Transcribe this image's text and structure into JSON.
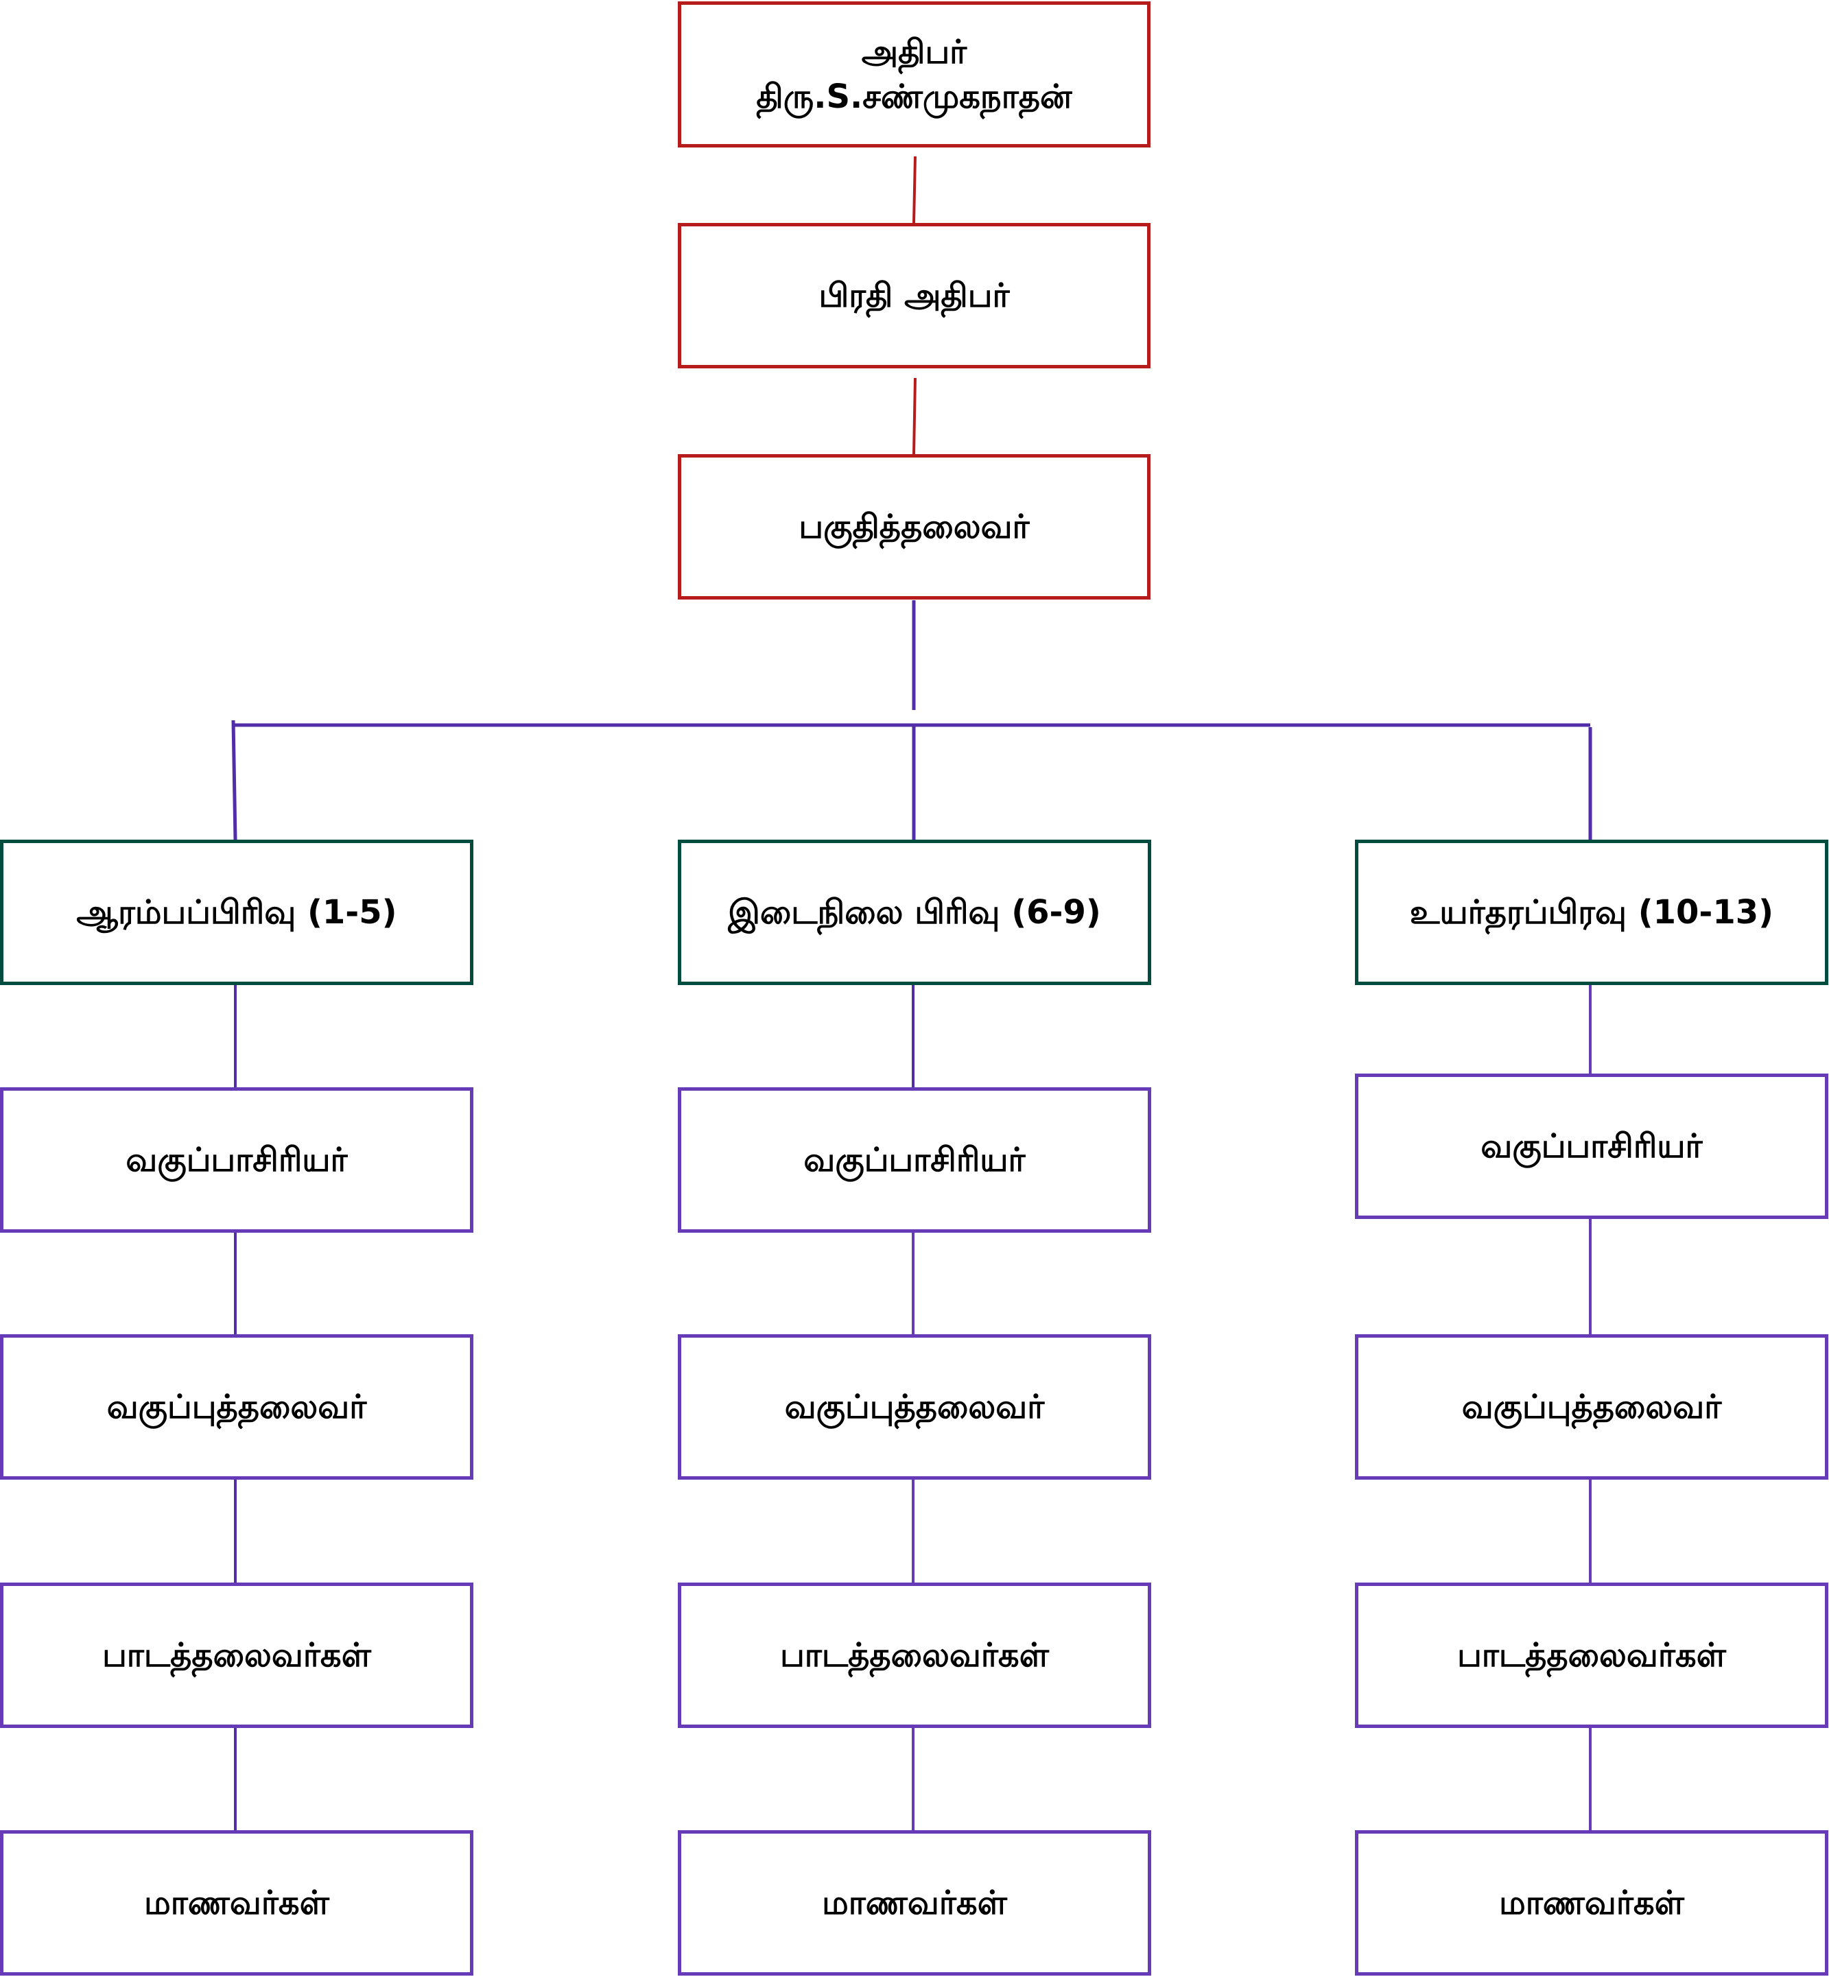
{
  "colors": {
    "top": "#b71c1c",
    "division": "#004d40",
    "role": "#673ab7",
    "connector": "#512da8"
  },
  "top": {
    "principal_title": "அதிபர்",
    "principal_name": "திரு.S.சண்முகநாதன்",
    "deputy": "பிரதி அதிபர்",
    "section_head": "பகுதித்தலைவர்"
  },
  "divisions": [
    {
      "label": "ஆரம்பப்பிரிவு (1-5)",
      "roles": [
        "வகுப்பாசிரியர்",
        "வகுப்புத்தலைவர்",
        "பாடத்தலைவர்கள்",
        "மாணவர்கள்"
      ]
    },
    {
      "label": "இடைநிலை பிரிவு (6-9)",
      "roles": [
        "வகுப்பாசிரியர்",
        "வகுப்புத்தலைவர்",
        "பாடத்தலைவர்கள்",
        "மாணவர்கள்"
      ]
    },
    {
      "label": "உயர்தரப்பிரவு (10-13)",
      "roles": [
        "வகுப்பாசிரியர்",
        "வகுப்புத்தலைவர்",
        "பாடத்தலைவர்கள்",
        "மாணவர்கள்"
      ]
    }
  ]
}
